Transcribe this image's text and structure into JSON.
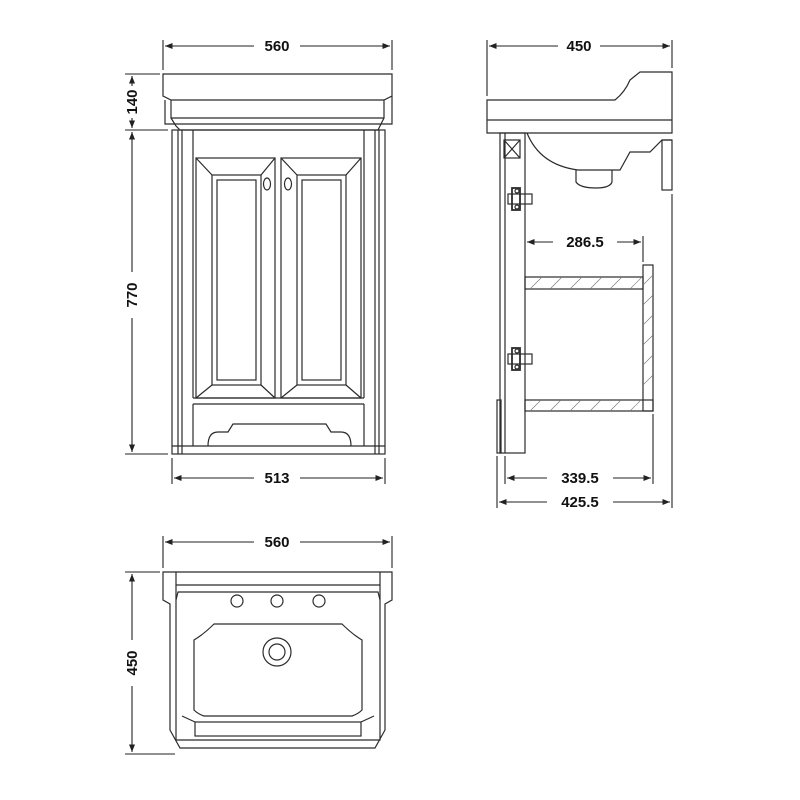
{
  "front_view": {
    "width_label": "560",
    "basin_height_label": "140",
    "cabinet_height_label": "770",
    "plinth_width_label": "513"
  },
  "side_view": {
    "depth_label": "450",
    "drawer_depth_label": "286.5",
    "cabinet_depth_label": "339.5",
    "overall_depth_label": "425.5"
  },
  "top_view": {
    "width_label": "560",
    "depth_label": "450"
  },
  "colors": {
    "line": "#2b2b2b",
    "background": "#ffffff"
  }
}
